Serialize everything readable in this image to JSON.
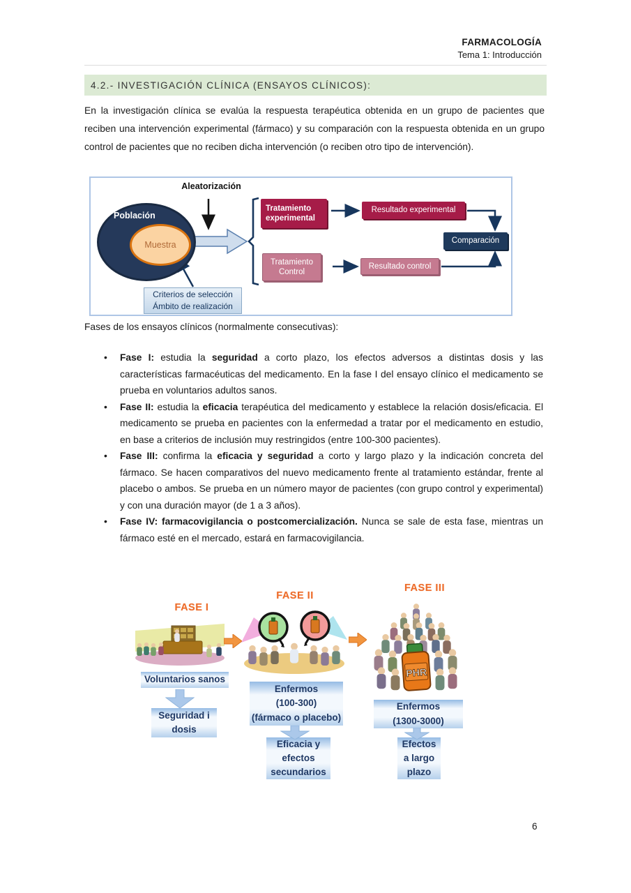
{
  "header": {
    "title": "FARMACOLOGÍA",
    "subtitle": "Tema 1: Introducción"
  },
  "section_heading": "4.2.- INVESTIGACIÓN CLÍNICA (ENSAYOS CLÍNICOS):",
  "intro": "En la investigación clínica se evalúa la respuesta terapéutica obtenida en un grupo de pacientes que reciben una intervención experimental (fármaco) y su comparación con la respuesta obtenida en un grupo control de pacientes que no reciben dicha intervención (o reciben otro tipo de intervención).",
  "diagram": {
    "aleatorizacion": "Aleatorización",
    "poblacion": "Población",
    "muestra": "Muestra",
    "tratamiento_experimental": "Tratamiento experimental",
    "tratamiento_control": "Tratamiento Control",
    "resultado_experimental": "Resultado experimental",
    "resultado_control": "Resultado control",
    "comparacion": "Comparación",
    "criterios": "Criterios de selección\nÁmbito de realización"
  },
  "fases_heading": "Fases de los ensayos clínicos (normalmente consecutivas):",
  "bullets": [
    {
      "segments": [
        {
          "t": "Fase I:",
          "b": true
        },
        {
          "t": " estudia la ",
          "b": false
        },
        {
          "t": "seguridad",
          "b": true
        },
        {
          "t": " a corto plazo, los efectos adversos a distintas dosis y las características farmacéuticas del medicamento. En la fase I del ensayo clínico el medicamento se prueba en voluntarios adultos sanos.",
          "b": false
        }
      ]
    },
    {
      "segments": [
        {
          "t": "Fase II:",
          "b": true
        },
        {
          "t": " estudia la ",
          "b": false
        },
        {
          "t": "eficacia",
          "b": true
        },
        {
          "t": " terapéutica del medicamento y establece la relación dosis/eficacia. El medicamento se prueba en pacientes con la enfermedad a tratar por el medicamento en estudio, en base a criterios de inclusión muy restringidos (entre 100-300 pacientes).",
          "b": false
        }
      ]
    },
    {
      "segments": [
        {
          "t": "Fase III:",
          "b": true
        },
        {
          "t": " confirma la ",
          "b": false
        },
        {
          "t": "eficacia y seguridad",
          "b": true
        },
        {
          "t": " a corto y largo plazo y la indicación concreta del fármaco. Se hacen comparativos del nuevo medicamento frente al tratamiento estándar, frente al placebo o ambos. Se prueba en un número mayor de pacientes (con grupo control y experimental) y con una duración mayor (de 1 a 3 años).",
          "b": false
        }
      ]
    },
    {
      "segments": [
        {
          "t": "Fase IV: farmacovigilancia o postcomercialización.",
          "b": true
        },
        {
          "t": " Nunca se sale de esta fase, mientras un fármaco esté en el mercado, estará en farmacovigilancia.",
          "b": false
        }
      ]
    }
  ],
  "figure": {
    "fase1": {
      "title": "FASE I",
      "box1": "Voluntarios sanos",
      "box2": "Seguridad i\ndosis"
    },
    "fase2": {
      "title": "FASE II",
      "box1": "Enfermos\n(100-300)\n(fármaco o placebo)",
      "box2": "Eficacia y\nefectos\nsecundarios"
    },
    "fase3": {
      "title": "FASE III",
      "bottle_label": "PHR",
      "box1": "Enfermos\n(1300-3000)",
      "box2": "Efectos\na largo\nplazo"
    }
  },
  "page_number": "6",
  "colors": {
    "section_bar_green": "#dcead4",
    "dark_red": "#a61c48",
    "pink": "#c57a90",
    "navy": "#1f3a5c",
    "population_navy": "#25395a",
    "sample_peach": "#fbd3a2",
    "sample_border_orange": "#d9730f",
    "phase_title_orange": "#ed6c2a",
    "label_box_blue_text": "#1f3864",
    "diagram_border_blue": "#aec6e6"
  }
}
